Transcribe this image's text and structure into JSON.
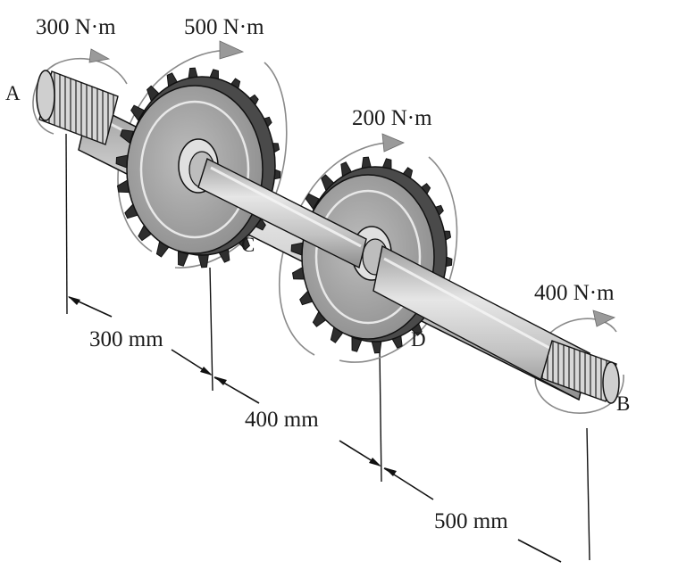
{
  "labels": {
    "torque_a": "300 N·m",
    "torque_c": "500 N·m",
    "torque_d": "200 N·m",
    "torque_b": "400 N·m",
    "point_a": "A",
    "point_b": "B",
    "point_c": "C",
    "point_d": "D",
    "dim_ac": "300 mm",
    "dim_cd": "400 mm",
    "dim_db": "500 mm"
  },
  "colors": {
    "shaft": "#c9c9c9",
    "gear_face": "#a8a8a8",
    "gear_dark": "#3a3a3a",
    "outline": "#111111",
    "torque_arrow": "#8a8a8a"
  }
}
